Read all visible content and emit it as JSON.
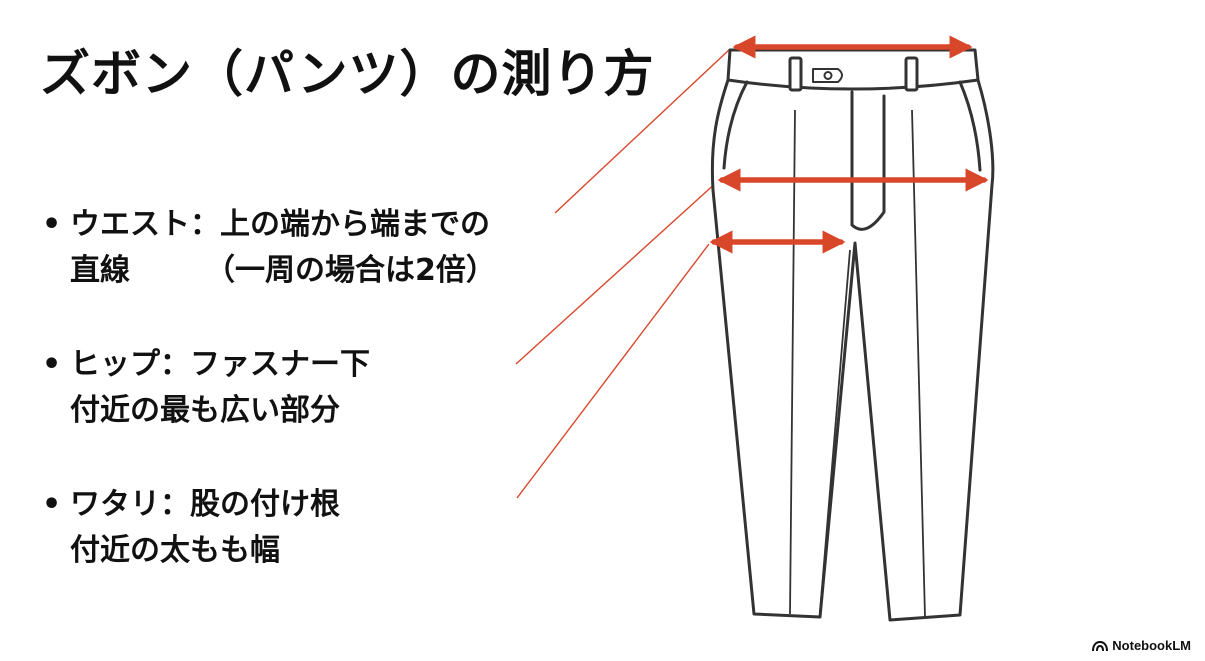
{
  "title": "ズボン（パンツ）の測り方",
  "bullets": [
    {
      "id": "waist",
      "marker": "•",
      "line1": "ウエスト：上の端から端までの",
      "line2": "直線　　　（一周の場合は2倍）"
    },
    {
      "id": "hip",
      "marker": "•",
      "line1": "ヒップ：ファスナー下",
      "line2": "付近の最も広い部分"
    },
    {
      "id": "watari",
      "marker": "•",
      "line1": "ワタリ：股の付け根",
      "line2": "付近の太もも幅"
    }
  ],
  "colors": {
    "arrow": "#d9472b",
    "outline": "#333333",
    "fabric": "#ffffff"
  },
  "icons": {
    "waist_arrow": "double-arrow",
    "hip_arrow": "double-arrow",
    "watari_arrow": "double-arrow",
    "brand": "notebooklm-logo-icon"
  },
  "brand": "NotebookLM"
}
